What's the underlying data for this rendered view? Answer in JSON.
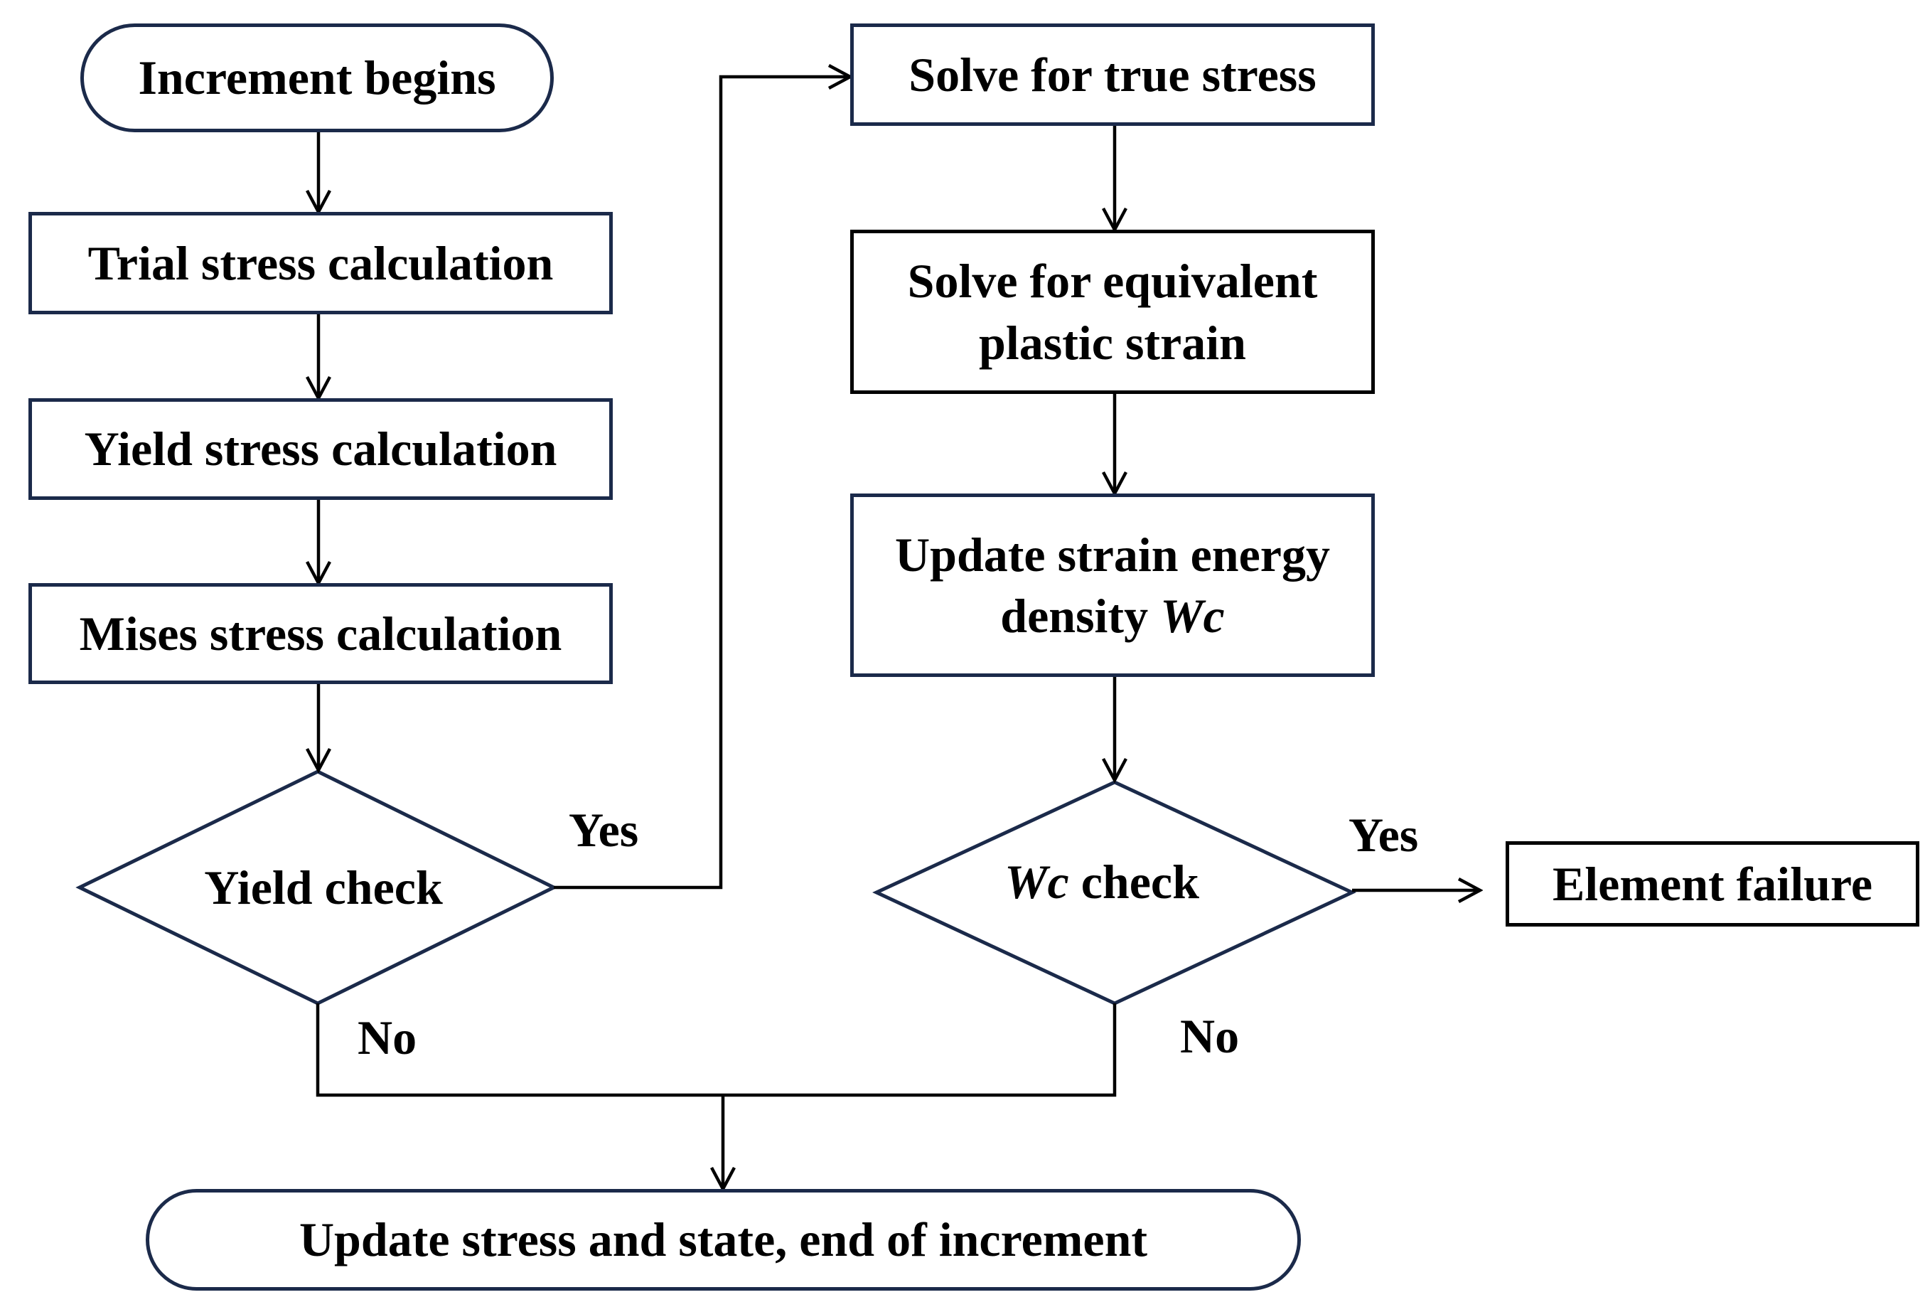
{
  "nodes": {
    "increment_begins": "Increment begins",
    "trial_stress": "Trial stress calculation",
    "yield_stress": "Yield stress calculation",
    "mises_stress": "Mises stress calculation",
    "yield_check": "Yield check",
    "solve_true_stress": "Solve for true stress",
    "solve_plastic_strain": {
      "line1": "Solve for equivalent",
      "line2": "plastic strain"
    },
    "update_energy": {
      "line1": "Update strain energy",
      "line2_prefix": "density ",
      "line2_symbol": "Wc"
    },
    "wc_check": {
      "symbol": "Wc",
      "suffix": " check"
    },
    "element_failure": "Element failure",
    "update_end": "Update stress and state, end of increment"
  },
  "edge_labels": {
    "yield_yes": "Yes",
    "yield_no": "No",
    "wc_yes": "Yes",
    "wc_no": "No"
  },
  "colors": {
    "box_border": "#1b2a4a",
    "arrow": "#000000"
  }
}
